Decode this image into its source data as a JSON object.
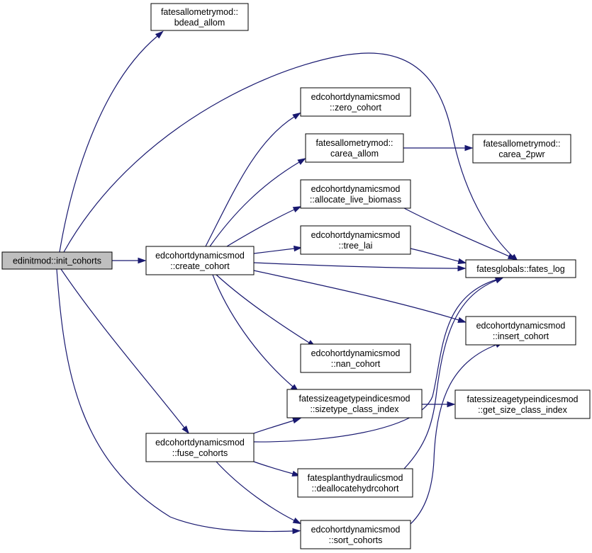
{
  "nodes": {
    "init_cohorts": {
      "lines": [
        "edinitmod::init_cohorts"
      ],
      "root": true
    },
    "bdead_allom": {
      "lines": [
        "fatesallometrymod::",
        "bdead_allom"
      ]
    },
    "create_cohort": {
      "lines": [
        "edcohortdynamicsmod",
        "::create_cohort"
      ]
    },
    "fuse_cohorts": {
      "lines": [
        "edcohortdynamicsmod",
        "::fuse_cohorts"
      ]
    },
    "zero_cohort": {
      "lines": [
        "edcohortdynamicsmod",
        "::zero_cohort"
      ]
    },
    "carea_allom": {
      "lines": [
        "fatesallometrymod::",
        "carea_allom"
      ]
    },
    "carea_2pwr": {
      "lines": [
        "fatesallometrymod::",
        "carea_2pwr"
      ]
    },
    "allocate_live_biomass": {
      "lines": [
        "edcohortdynamicsmod",
        "::allocate_live_biomass"
      ]
    },
    "tree_lai": {
      "lines": [
        "edcohortdynamicsmod",
        "::tree_lai"
      ]
    },
    "fates_log": {
      "lines": [
        "fatesglobals::fates_log"
      ]
    },
    "insert_cohort": {
      "lines": [
        "edcohortdynamicsmod",
        "::insert_cohort"
      ]
    },
    "nan_cohort": {
      "lines": [
        "edcohortdynamicsmod",
        "::nan_cohort"
      ]
    },
    "sizetype_class_index": {
      "lines": [
        "fatessizeagetypeindicesmod",
        "::sizetype_class_index"
      ]
    },
    "get_size_class_index": {
      "lines": [
        "fatessizeagetypeindicesmod",
        "::get_size_class_index"
      ]
    },
    "deallocatehydrcohort": {
      "lines": [
        "fatesplanthydraulicsmod",
        "::deallocatehydrcohort"
      ]
    },
    "sort_cohorts": {
      "lines": [
        "edcohortdynamicsmod",
        "::sort_cohorts"
      ]
    }
  },
  "edges": [
    {
      "from": "init_cohorts",
      "to": "bdead_allom"
    },
    {
      "from": "init_cohorts",
      "to": "fates_log"
    },
    {
      "from": "init_cohorts",
      "to": "create_cohort"
    },
    {
      "from": "init_cohorts",
      "to": "fuse_cohorts"
    },
    {
      "from": "init_cohorts",
      "to": "sort_cohorts"
    },
    {
      "from": "create_cohort",
      "to": "zero_cohort"
    },
    {
      "from": "create_cohort",
      "to": "carea_allom"
    },
    {
      "from": "create_cohort",
      "to": "allocate_live_biomass"
    },
    {
      "from": "create_cohort",
      "to": "tree_lai"
    },
    {
      "from": "create_cohort",
      "to": "fates_log"
    },
    {
      "from": "create_cohort",
      "to": "insert_cohort"
    },
    {
      "from": "create_cohort",
      "to": "nan_cohort"
    },
    {
      "from": "create_cohort",
      "to": "sizetype_class_index"
    },
    {
      "from": "carea_allom",
      "to": "carea_2pwr"
    },
    {
      "from": "allocate_live_biomass",
      "to": "fates_log"
    },
    {
      "from": "tree_lai",
      "to": "fates_log"
    },
    {
      "from": "sizetype_class_index",
      "to": "get_size_class_index"
    },
    {
      "from": "fuse_cohorts",
      "to": "sizetype_class_index"
    },
    {
      "from": "fuse_cohorts",
      "to": "fates_log"
    },
    {
      "from": "fuse_cohorts",
      "to": "deallocatehydrcohort"
    },
    {
      "from": "fuse_cohorts",
      "to": "sort_cohorts"
    },
    {
      "from": "deallocatehydrcohort",
      "to": "fates_log"
    },
    {
      "from": "sort_cohorts",
      "to": "insert_cohort"
    }
  ]
}
